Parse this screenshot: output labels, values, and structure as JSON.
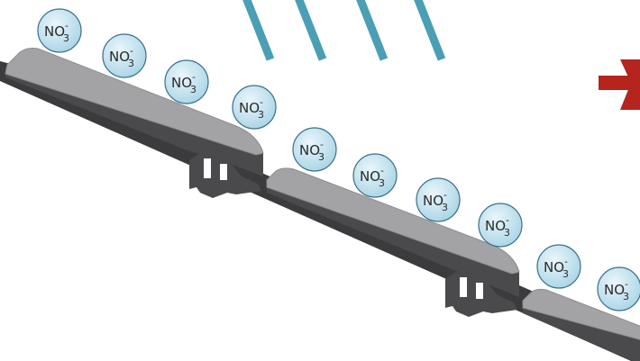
{
  "ion": {
    "base": "NO",
    "subscript": "3",
    "superscript": "-"
  },
  "ions": [
    {
      "base": "NO",
      "subscript": "3",
      "superscript": "-"
    },
    {
      "base": "NO",
      "subscript": "3",
      "superscript": "-"
    },
    {
      "base": "NO",
      "subscript": "3",
      "superscript": "-"
    },
    {
      "base": "NO",
      "subscript": "3",
      "superscript": "-"
    },
    {
      "base": "NO",
      "subscript": "3",
      "superscript": "-"
    },
    {
      "base": "NO",
      "subscript": "3",
      "superscript": "-"
    },
    {
      "base": "NO",
      "subscript": "3",
      "superscript": "-"
    },
    {
      "base": "NO",
      "subscript": "3",
      "superscript": "-"
    },
    {
      "base": "NO",
      "subscript": "3",
      "superscript": "-"
    },
    {
      "base": "NO",
      "subscript": "3",
      "superscript": "-"
    }
  ],
  "colors": {
    "rain": "#4a9fb5",
    "arrow": "#b5251d",
    "panel_top": "#a3a3a5",
    "panel_edge": "#4a4a4c",
    "rail": "#3b3b3d",
    "ion_fill": "#c9e6f1",
    "ion_stroke": "#3a6f86",
    "ion_text": "#2a2a2a"
  },
  "icons": [
    "rain-streaks",
    "red-arrow-icon",
    "solar-panel",
    "nitrate-ion"
  ]
}
